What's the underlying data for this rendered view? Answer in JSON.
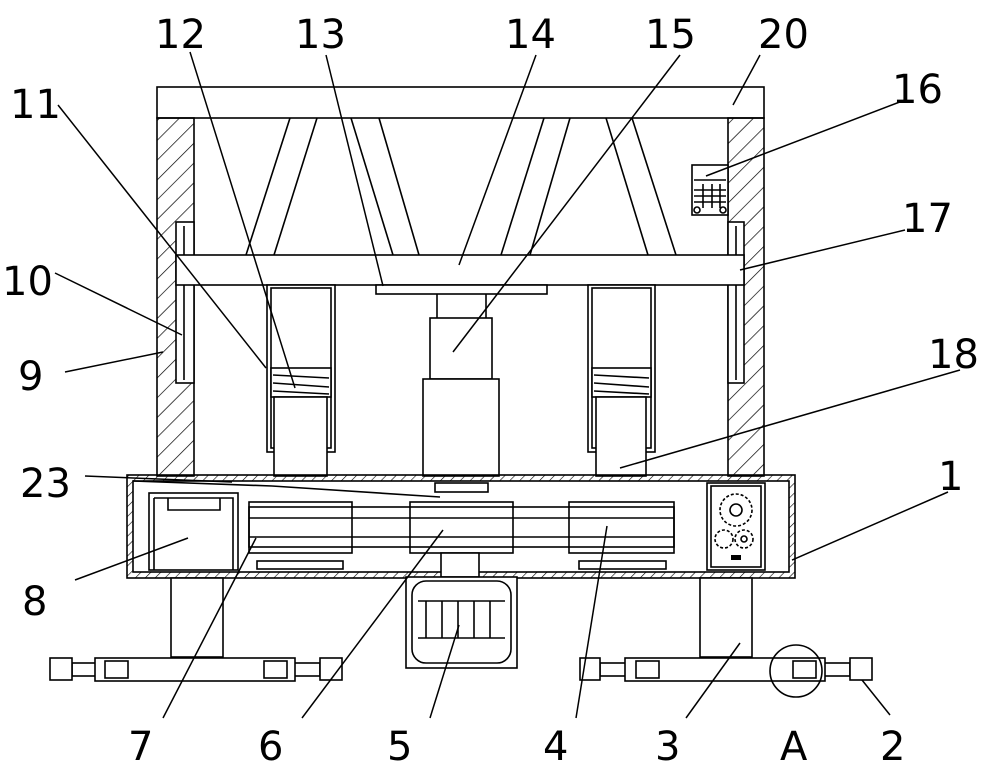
{
  "figure": {
    "type": "patent mechanical drawing",
    "labels": [
      "1",
      "2",
      "3",
      "4",
      "5",
      "6",
      "7",
      "8",
      "9",
      "10",
      "11",
      "12",
      "13",
      "14",
      "15",
      "16",
      "17",
      "18",
      "20",
      "23",
      "A"
    ]
  }
}
